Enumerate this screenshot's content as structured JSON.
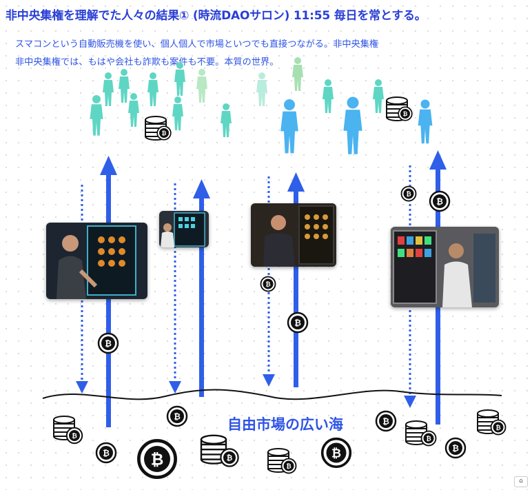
{
  "title": "非中央集権を理解でた人々の結果① (時流DAOサロン) 11:55 毎日を常とする。",
  "subtitle_line1": "スマコンという自動販売機を使い、個人個人で市場といつでも直接つながる。非中央集権",
  "subtitle_line2": "非中央集権では、もはや会社も詐欺も案件も不要。本質の世界。",
  "sea_label": "自由市場の広い海",
  "coin_symbol": "₿",
  "colors": {
    "title": "#2a3fd6",
    "text_blue": "#2f55e6",
    "arrow_blue": "#2f5fe8",
    "people_teal": "#5fd6c4",
    "people_blue": "#4ab3f0"
  },
  "icons": [
    "people-silhouette",
    "coin-stack-icon",
    "bitcoin-coin-icon",
    "vending-machine-photo"
  ]
}
